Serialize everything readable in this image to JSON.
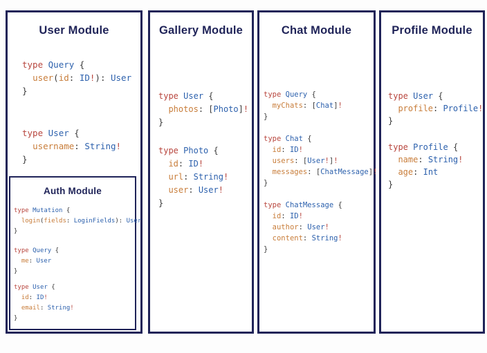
{
  "colors": {
    "navy": "#1f2358",
    "keyword": "#b8463e",
    "type": "#2d61ad",
    "field": "#c87d3a",
    "punct": "#3b3b3b"
  },
  "modules": [
    {
      "title": "User Module",
      "blocks": [
        {
          "lines": [
            [
              [
                "k",
                "type"
              ],
              [
                "p",
                " "
              ],
              [
                "t",
                "Query"
              ],
              [
                "p",
                " {"
              ]
            ],
            [
              [
                "p",
                "  "
              ],
              [
                "f",
                "user"
              ],
              [
                "p",
                "("
              ],
              [
                "f",
                "id"
              ],
              [
                "p",
                ": "
              ],
              [
                "t",
                "ID"
              ],
              [
                "b",
                "!"
              ],
              [
                "p",
                "): "
              ],
              [
                "t",
                "User"
              ]
            ],
            [
              [
                "p",
                "}"
              ]
            ]
          ]
        },
        {
          "lines": [
            [
              [
                "k",
                "type"
              ],
              [
                "p",
                " "
              ],
              [
                "t",
                "User"
              ],
              [
                "p",
                " {"
              ]
            ],
            [
              [
                "p",
                "  "
              ],
              [
                "f",
                "username"
              ],
              [
                "p",
                ": "
              ],
              [
                "t",
                "String"
              ],
              [
                "b",
                "!"
              ]
            ],
            [
              [
                "p",
                "}"
              ]
            ]
          ]
        }
      ],
      "submodule": {
        "title": "Auth Module",
        "blocks": [
          {
            "lines": [
              [
                [
                  "k",
                  "type"
                ],
                [
                  "p",
                  " "
                ],
                [
                  "t",
                  "Mutation"
                ],
                [
                  "p",
                  " {"
                ]
              ],
              [
                [
                  "p",
                  "  "
                ],
                [
                  "f",
                  "login"
                ],
                [
                  "p",
                  "("
                ],
                [
                  "f",
                  "fields"
                ],
                [
                  "p",
                  ": "
                ],
                [
                  "t",
                  "LoginFields"
                ],
                [
                  "p",
                  "): "
                ],
                [
                  "t",
                  "User"
                ]
              ],
              [
                [
                  "p",
                  "}"
                ]
              ]
            ]
          },
          {
            "lines": [
              [
                [
                  "k",
                  "type"
                ],
                [
                  "p",
                  " "
                ],
                [
                  "t",
                  "Query"
                ],
                [
                  "p",
                  " {"
                ]
              ],
              [
                [
                  "p",
                  "  "
                ],
                [
                  "f",
                  "me"
                ],
                [
                  "p",
                  ": "
                ],
                [
                  "t",
                  "User"
                ]
              ],
              [
                [
                  "p",
                  "}"
                ]
              ]
            ]
          },
          {
            "lines": [
              [
                [
                  "k",
                  "type"
                ],
                [
                  "p",
                  " "
                ],
                [
                  "t",
                  "User"
                ],
                [
                  "p",
                  " {"
                ]
              ],
              [
                [
                  "p",
                  "  "
                ],
                [
                  "f",
                  "id"
                ],
                [
                  "p",
                  ": "
                ],
                [
                  "t",
                  "ID"
                ],
                [
                  "b",
                  "!"
                ]
              ],
              [
                [
                  "p",
                  "  "
                ],
                [
                  "f",
                  "email"
                ],
                [
                  "p",
                  ": "
                ],
                [
                  "t",
                  "String"
                ],
                [
                  "b",
                  "!"
                ]
              ],
              [
                [
                  "p",
                  "}"
                ]
              ]
            ]
          }
        ]
      }
    },
    {
      "title": "Gallery Module",
      "blocks": [
        {
          "lines": [
            [
              [
                "k",
                "type"
              ],
              [
                "p",
                " "
              ],
              [
                "t",
                "User"
              ],
              [
                "p",
                " {"
              ]
            ],
            [
              [
                "p",
                "  "
              ],
              [
                "f",
                "photos"
              ],
              [
                "p",
                ": ["
              ],
              [
                "t",
                "Photo"
              ],
              [
                "p",
                "]"
              ],
              [
                "b",
                "!"
              ]
            ],
            [
              [
                "p",
                "}"
              ]
            ]
          ]
        },
        {
          "lines": [
            [
              [
                "k",
                "type"
              ],
              [
                "p",
                " "
              ],
              [
                "t",
                "Photo"
              ],
              [
                "p",
                " {"
              ]
            ],
            [
              [
                "p",
                "  "
              ],
              [
                "f",
                "id"
              ],
              [
                "p",
                ": "
              ],
              [
                "t",
                "ID"
              ],
              [
                "b",
                "!"
              ]
            ],
            [
              [
                "p",
                "  "
              ],
              [
                "f",
                "url"
              ],
              [
                "p",
                ": "
              ],
              [
                "t",
                "String"
              ],
              [
                "b",
                "!"
              ]
            ],
            [
              [
                "p",
                "  "
              ],
              [
                "f",
                "user"
              ],
              [
                "p",
                ": "
              ],
              [
                "t",
                "User"
              ],
              [
                "b",
                "!"
              ]
            ],
            [
              [
                "p",
                "}"
              ]
            ]
          ]
        }
      ]
    },
    {
      "title": "Chat Module",
      "blocks": [
        {
          "lines": [
            [
              [
                "k",
                "type"
              ],
              [
                "p",
                " "
              ],
              [
                "t",
                "Query"
              ],
              [
                "p",
                " {"
              ]
            ],
            [
              [
                "p",
                "  "
              ],
              [
                "f",
                "myChats"
              ],
              [
                "p",
                ": ["
              ],
              [
                "t",
                "Chat"
              ],
              [
                "p",
                "]"
              ],
              [
                "b",
                "!"
              ]
            ],
            [
              [
                "p",
                "}"
              ]
            ]
          ]
        },
        {
          "lines": [
            [
              [
                "k",
                "type"
              ],
              [
                "p",
                " "
              ],
              [
                "t",
                "Chat"
              ],
              [
                "p",
                " {"
              ]
            ],
            [
              [
                "p",
                "  "
              ],
              [
                "f",
                "id"
              ],
              [
                "p",
                ": "
              ],
              [
                "t",
                "ID"
              ],
              [
                "b",
                "!"
              ]
            ],
            [
              [
                "p",
                "  "
              ],
              [
                "f",
                "users"
              ],
              [
                "p",
                ": ["
              ],
              [
                "t",
                "User"
              ],
              [
                "b",
                "!"
              ],
              [
                "p",
                "]"
              ],
              [
                "b",
                "!"
              ]
            ],
            [
              [
                "p",
                "  "
              ],
              [
                "f",
                "messages"
              ],
              [
                "p",
                ": ["
              ],
              [
                "t",
                "ChatMessage"
              ],
              [
                "p",
                "]"
              ],
              [
                "b",
                "!"
              ]
            ],
            [
              [
                "p",
                "}"
              ]
            ]
          ]
        },
        {
          "lines": [
            [
              [
                "k",
                "type"
              ],
              [
                "p",
                " "
              ],
              [
                "t",
                "ChatMessage"
              ],
              [
                "p",
                " {"
              ]
            ],
            [
              [
                "p",
                "  "
              ],
              [
                "f",
                "id"
              ],
              [
                "p",
                ": "
              ],
              [
                "t",
                "ID"
              ],
              [
                "b",
                "!"
              ]
            ],
            [
              [
                "p",
                "  "
              ],
              [
                "f",
                "author"
              ],
              [
                "p",
                ": "
              ],
              [
                "t",
                "User"
              ],
              [
                "b",
                "!"
              ]
            ],
            [
              [
                "p",
                "  "
              ],
              [
                "f",
                "content"
              ],
              [
                "p",
                ": "
              ],
              [
                "t",
                "String"
              ],
              [
                "b",
                "!"
              ]
            ],
            [
              [
                "p",
                "}"
              ]
            ]
          ]
        }
      ]
    },
    {
      "title": "Profile Module",
      "blocks": [
        {
          "lines": [
            [
              [
                "k",
                "type"
              ],
              [
                "p",
                " "
              ],
              [
                "t",
                "User"
              ],
              [
                "p",
                " {"
              ]
            ],
            [
              [
                "p",
                "  "
              ],
              [
                "f",
                "profile"
              ],
              [
                "p",
                ": "
              ],
              [
                "t",
                "Profile"
              ],
              [
                "b",
                "!"
              ]
            ],
            [
              [
                "p",
                "}"
              ]
            ]
          ]
        },
        {
          "lines": [
            [
              [
                "k",
                "type"
              ],
              [
                "p",
                " "
              ],
              [
                "t",
                "Profile"
              ],
              [
                "p",
                " {"
              ]
            ],
            [
              [
                "p",
                "  "
              ],
              [
                "f",
                "name"
              ],
              [
                "p",
                ": "
              ],
              [
                "t",
                "String"
              ],
              [
                "b",
                "!"
              ]
            ],
            [
              [
                "p",
                "  "
              ],
              [
                "f",
                "age"
              ],
              [
                "p",
                ": "
              ],
              [
                "t",
                "Int"
              ]
            ],
            [
              [
                "p",
                "}"
              ]
            ]
          ]
        }
      ]
    }
  ]
}
